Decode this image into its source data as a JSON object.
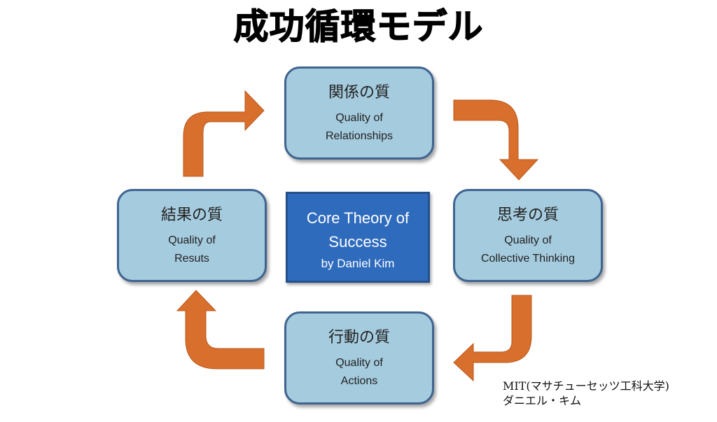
{
  "title": "成功循環モデル",
  "center": {
    "line1": "Core Theory of",
    "line2": "Success",
    "line3": "by Daniel Kim",
    "color": "#2f6bbd"
  },
  "boxes": [
    {
      "id": "relationships",
      "jp": "関係の質",
      "en1": "Quality of",
      "en2": "Relationships",
      "position": "top"
    },
    {
      "id": "thinking",
      "jp": "思考の質",
      "en1": "Quality of",
      "en2": "Collective Thinking",
      "position": "right"
    },
    {
      "id": "actions",
      "jp": "行動の質",
      "en1": "Quality of",
      "en2": "Actions",
      "position": "bottom"
    },
    {
      "id": "results",
      "jp": "結果の質",
      "en1": "Quality of",
      "en2": "Resuts",
      "position": "left"
    }
  ],
  "box_color": "#a5cbde",
  "arrow_color": "#d86f2c",
  "cycle": [
    "relationships",
    "thinking",
    "actions",
    "results"
  ],
  "credit": {
    "line1": "MIT(マサチューセッツ工科大学)",
    "line2": "ダニエル・キム"
  }
}
